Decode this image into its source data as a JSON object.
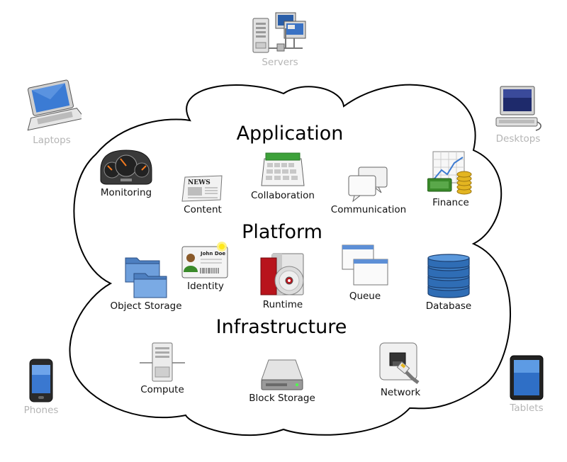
{
  "tiers": {
    "application": "Application",
    "platform": "Platform",
    "infrastructure": "Infrastructure"
  },
  "devices": {
    "servers": "Servers",
    "laptops": "Laptops",
    "desktops": "Desktops",
    "phones": "Phones",
    "tablets": "Tablets"
  },
  "application_items": {
    "monitoring": "Monitoring",
    "content": "Content",
    "collaboration": "Collaboration",
    "communication": "Communication",
    "finance": "Finance"
  },
  "platform_items": {
    "identity": "Identity",
    "object_storage": "Object Storage",
    "runtime": "Runtime",
    "queue": "Queue",
    "database": "Database"
  },
  "infrastructure_items": {
    "compute": "Compute",
    "block_storage": "Block Storage",
    "network": "Network"
  },
  "identity_card_name": "John Doe",
  "news_masthead": "NEWS",
  "colors": {
    "device_label": "#b5b5b5",
    "cloud_stroke": "#000000",
    "database_blue": "#2f6db5",
    "folder_blue": "#5a8ccf",
    "finance_green": "#3a8a2a",
    "runtime_red": "#b8141c"
  }
}
